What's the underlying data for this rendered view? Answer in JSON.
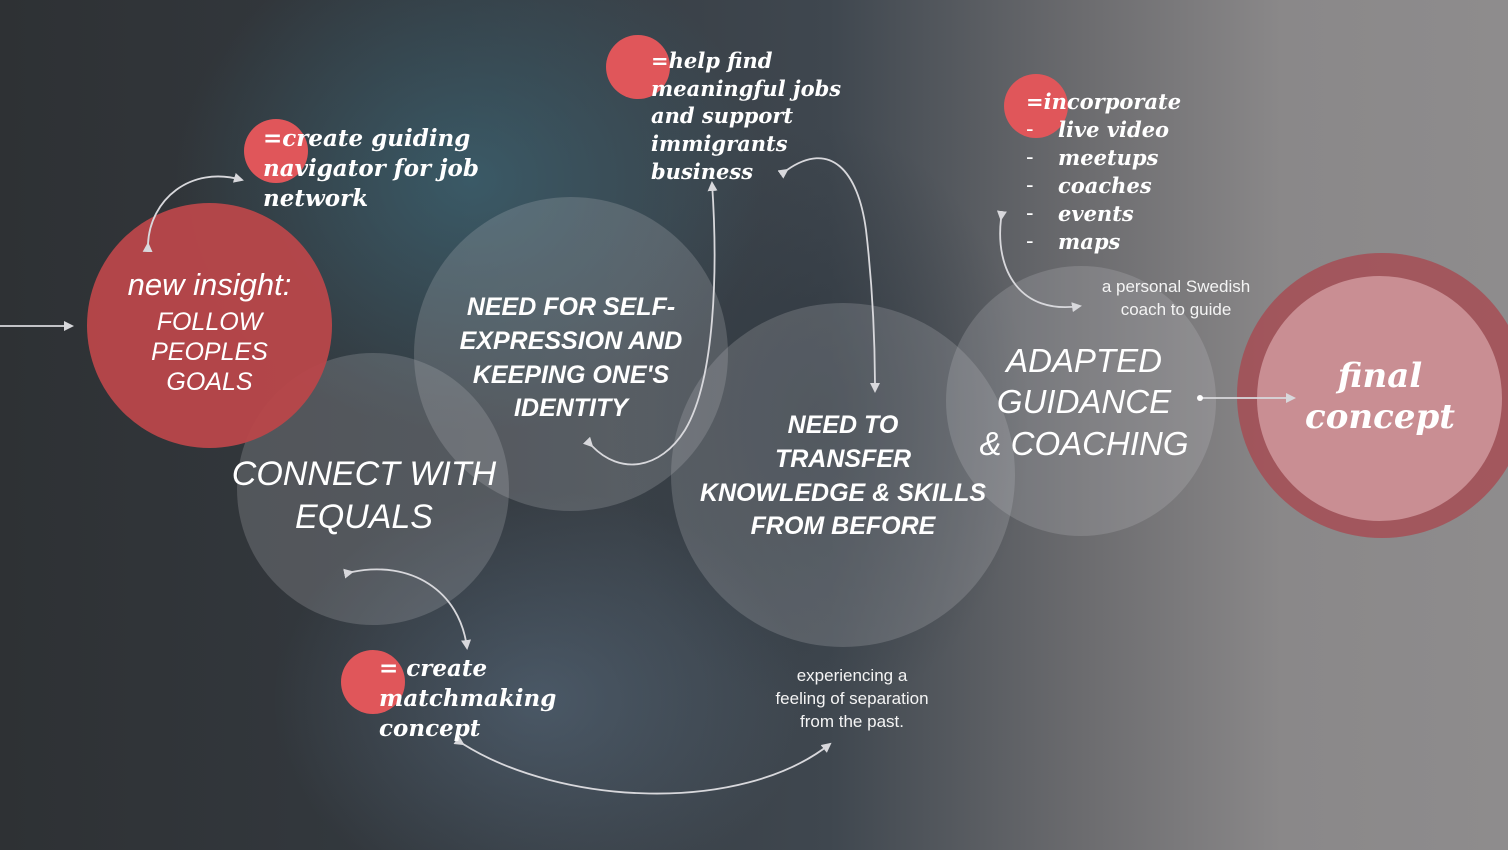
{
  "nodes": {
    "new_insight": {
      "title": "new insight:",
      "line1": "FOLLOW",
      "line2": "PEOPLES",
      "line3": "GOALS"
    },
    "connect": {
      "line1": "CONNECT WITH",
      "line2": "EQUALS"
    },
    "self_expression": {
      "line1": "NEED FOR SELF-",
      "line2": "EXPRESSION AND",
      "line3": "KEEPING ONE'S",
      "line4": "IDENTITY"
    },
    "transfer": {
      "line1": "NEED TO",
      "line2": "TRANSFER",
      "line3": "KNOWLEDGE & SKILLS",
      "line4": "FROM BEFORE"
    },
    "adapted": {
      "line1": "ADAPTED",
      "line2": "GUIDANCE",
      "line3": "& COACHING"
    },
    "final": {
      "line1": "final",
      "line2": "concept"
    }
  },
  "notes": {
    "guiding": {
      "line1": "=create guiding",
      "line2": "navigator for job",
      "line3": "network"
    },
    "help": {
      "line1": "=help find",
      "line2": "meaningful jobs",
      "line3": "and support",
      "line4": "immigrants",
      "line5": "business"
    },
    "incorporate": {
      "title": "=incorporate",
      "items": [
        {
          "dash": "-",
          "label": "live video"
        },
        {
          "dash": "-",
          "label": "meetups"
        },
        {
          "dash": "-",
          "label": "coaches"
        },
        {
          "dash": "-",
          "label": "events"
        },
        {
          "dash": "-",
          "label": "maps"
        }
      ]
    },
    "matchmaking": {
      "line1": "= create",
      "line2": "matchmaking",
      "line3": "concept"
    },
    "coach": {
      "line1": "a personal Swedish",
      "line2": "coach to guide"
    },
    "separation": {
      "line1": "experiencing a",
      "line2": "feeling of separation",
      "line3": "from the past."
    }
  },
  "colors": {
    "accent_red": "#e0565a",
    "deep_red": "#b9474a",
    "final_pink": "#c98e93",
    "line": "#d8d8dc"
  }
}
